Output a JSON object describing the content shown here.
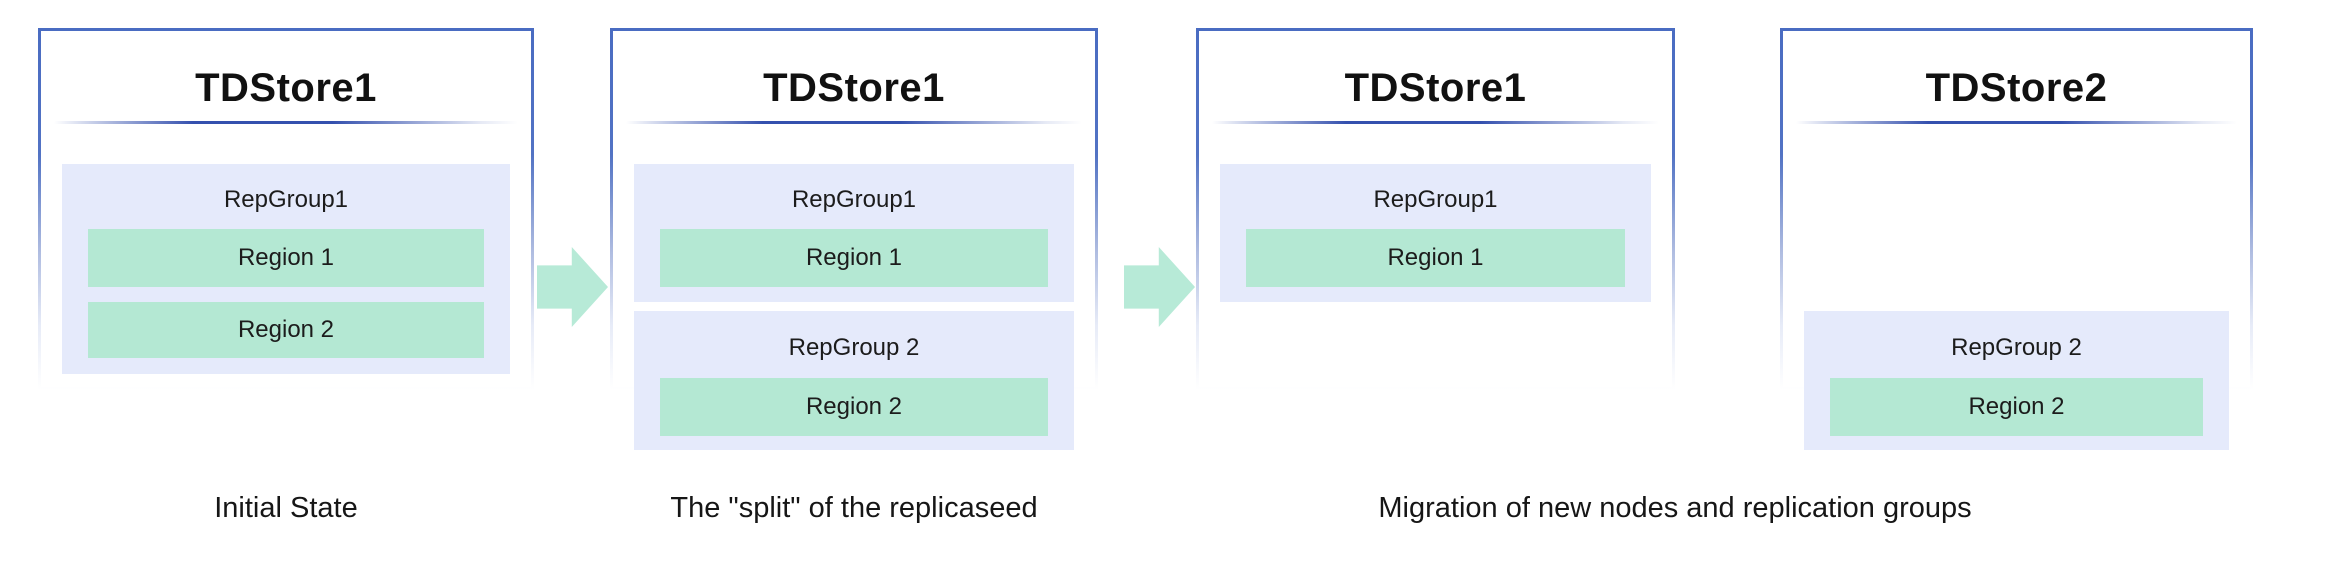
{
  "diagram_title": "TDStore replication group split and migration",
  "colors": {
    "panel_border_blue": "#4a6cc2",
    "divider_blue": "#3450ae",
    "repgroup_bg_lavender": "#e5eafb",
    "region_bg_mint": "#b4e8d3",
    "arrow_mint": "#b7ead7",
    "text": "#1f1f1f"
  },
  "icons": {
    "arrow1": "arrow-right-icon",
    "arrow2": "arrow-right-icon"
  },
  "panels": [
    {
      "title": "TDStore1",
      "caption": "Initial State",
      "groups": [
        {
          "label": "RepGroup1",
          "regions": [
            "Region 1",
            "Region 2"
          ]
        }
      ]
    },
    {
      "title": "TDStore1",
      "caption": "The \"split\" of the replicaseed",
      "groups": [
        {
          "label": "RepGroup1",
          "regions": [
            "Region 1"
          ]
        },
        {
          "label": "RepGroup 2",
          "regions": [
            "Region 2"
          ]
        }
      ]
    },
    {
      "title": "TDStore1",
      "groups": [
        {
          "label": "RepGroup1",
          "regions": [
            "Region 1"
          ]
        }
      ]
    },
    {
      "title": "TDStore2",
      "groups": [
        {
          "label": "RepGroup 2",
          "regions": [
            "Region 2"
          ]
        }
      ]
    }
  ],
  "shared_caption": "Migration of new nodes and replication groups"
}
